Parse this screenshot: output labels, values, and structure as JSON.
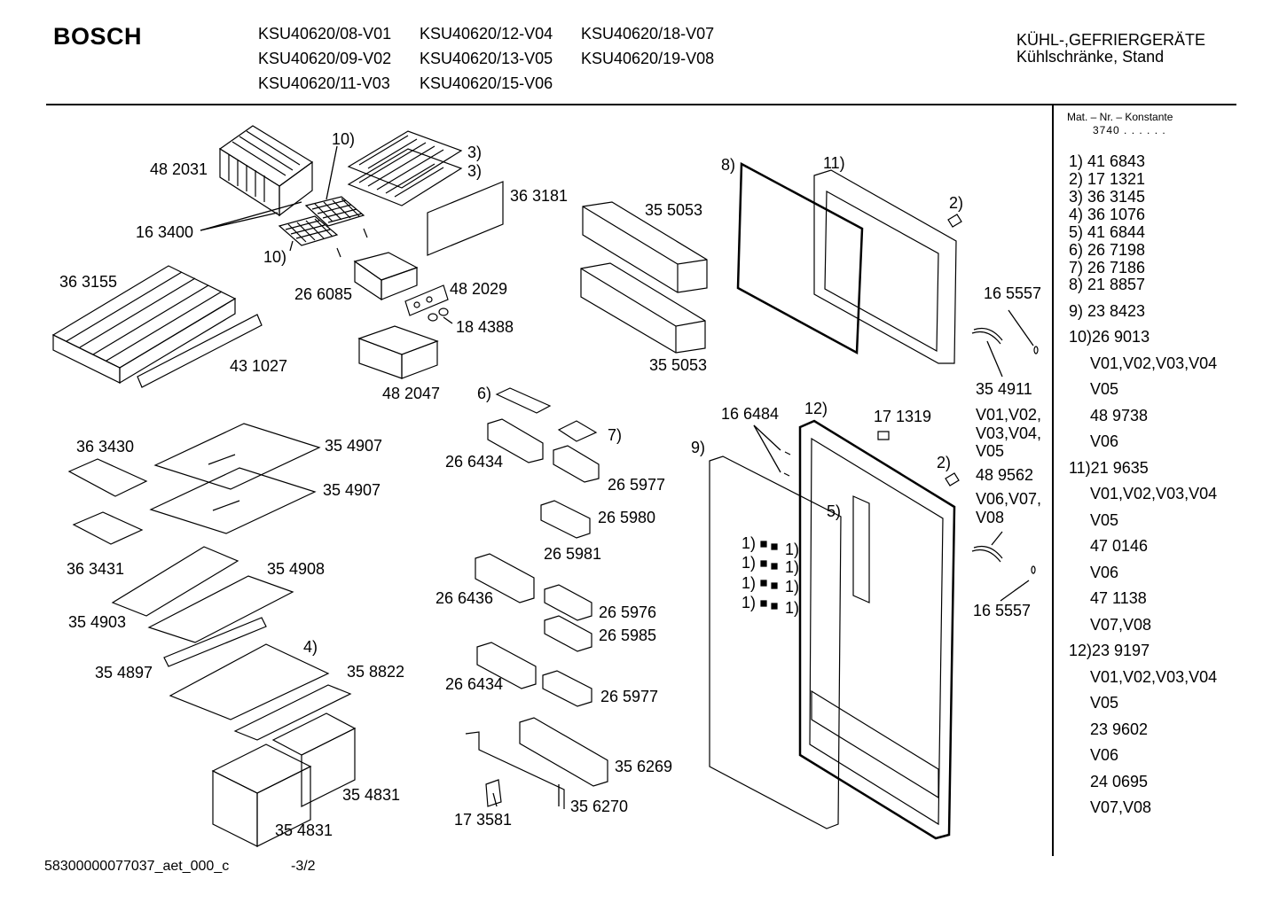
{
  "header": {
    "brand": "BOSCH",
    "models": [
      "KSU40620/08-V01",
      "KSU40620/12-V04",
      "KSU40620/18-V07",
      "KSU40620/09-V02",
      "KSU40620/13-V05",
      "KSU40620/19-V08",
      "KSU40620/11-V03",
      "KSU40620/15-V06"
    ],
    "category_line1": "KÜHL-,GEFRIERGERÄTE",
    "category_line2": "Kühlschränke, Stand"
  },
  "parts": [
    "48 2031",
    "10)",
    "3)",
    "3)",
    "36 3181",
    "16 3400",
    "10)",
    "36 3155",
    "26 6085",
    "48 2029",
    "18 4388",
    "43 1027",
    "48 2047",
    "35 5053",
    "35 5053",
    "8)",
    "11)",
    "2)",
    "16 5557",
    "35 4911",
    "36 3430",
    "35 4907",
    "35 4907",
    "36 3431",
    "35 4908",
    "35 4903",
    "4)",
    "35 4897",
    "35 8822",
    "35 4831",
    "35 4831",
    "6)",
    "26 6434",
    "7)",
    "26 5977",
    "26 5980",
    "26 5981",
    "26 6436",
    "26 5976",
    "26 5985",
    "26 6434",
    "26 5977",
    "35 6269",
    "35 6270",
    "17 3581",
    "16 6484",
    "12)",
    "17 1319",
    "9)",
    "2)",
    "5)",
    "1)",
    "1)",
    "1)",
    "1)",
    "1)",
    "1)",
    "1)",
    "1)",
    "V01,V02,",
    "V03,V04,",
    "V05",
    "48 9562",
    "V06,V07,",
    "V08",
    "16 5557"
  ],
  "legend": {
    "header_line1": "Mat. – Nr. – Konstante",
    "header_line2": "3740",
    "header_dots": ". . . . . .",
    "entries": [
      "1)  41 6843",
      "2)  17 1321",
      "3)  36 3145",
      "4)  36 1076",
      "5)  41 6844",
      "6)  26 7198",
      "7)  26 7186",
      "8)  21 8857",
      "9)  23 8423",
      "10)26 9013",
      "V01,V02,V03,V04",
      "V05",
      "48 9738",
      "V06",
      "11)21 9635",
      "V01,V02,V03,V04",
      "V05",
      "47 0146",
      "V06",
      "47 1138",
      "V07,V08",
      "12)23 9197",
      "V01,V02,V03,V04",
      "V05",
      "23 9602",
      "V06",
      "24 0695",
      "V07,V08"
    ]
  },
  "footer": {
    "doc_id": "58300000077037_aet_000_c",
    "page": "-3/2"
  }
}
